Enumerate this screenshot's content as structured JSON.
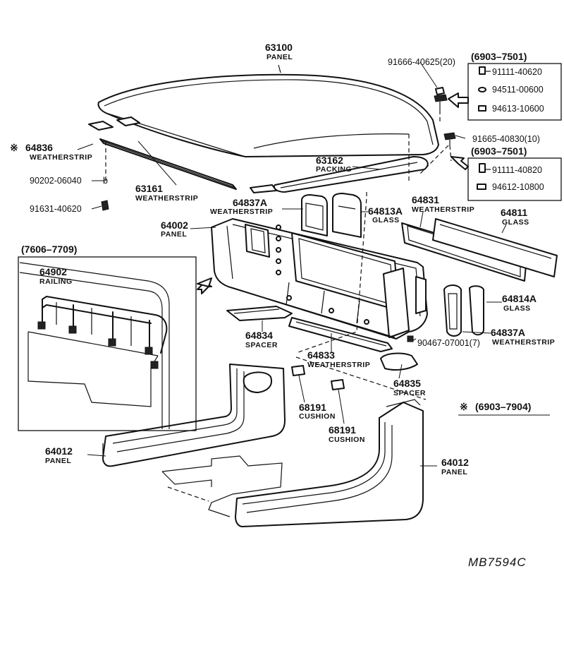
{
  "labels": {
    "p63100": {
      "num": "63100",
      "cap": "PANEL"
    },
    "p91666": {
      "num": "91666-40625(20)"
    },
    "g6903a": {
      "title": "(6903–7501)",
      "a": "91111-40620",
      "b": "94511-00600",
      "c": "94613-10600"
    },
    "p91665": {
      "num": "91665-40830(10)"
    },
    "g6903b": {
      "title": "(6903–7501)",
      "a": "91111-40820",
      "b": "94612-10800"
    },
    "p64836": {
      "mark": "※",
      "num": "64836",
      "cap": "WEATHERSTRIP"
    },
    "p63162": {
      "num": "63162",
      "cap": "PACKING"
    },
    "p90202": {
      "num": "90202-06040",
      "suffix": "b"
    },
    "p63161": {
      "num": "63161",
      "cap": "WEATHERSTRIP"
    },
    "p64837a1": {
      "num": "64837A",
      "cap": "WEATHERSTRIP"
    },
    "p64813a": {
      "num": "64813A",
      "cap": "GLASS"
    },
    "p64831": {
      "num": "64831",
      "cap": "WEATHERSTRIP"
    },
    "p64811": {
      "num": "64811",
      "cap": "GLASS"
    },
    "p91631": {
      "num": "91631-40620"
    },
    "p64002": {
      "num": "64002",
      "cap": "PANEL"
    },
    "inset": {
      "title": "(7606–7709)"
    },
    "p64902": {
      "num": "64902",
      "cap": "RAILING"
    },
    "p64814a": {
      "num": "64814A",
      "cap": "GLASS"
    },
    "p64834": {
      "num": "64834",
      "cap": "SPACER"
    },
    "p64837a2": {
      "num": "64837A",
      "cap": "WEATHERSTRIP"
    },
    "p90467": {
      "num": "90467-07001(7)"
    },
    "p64833": {
      "num": "64833",
      "cap": "WEATHERSTRIP"
    },
    "p64835": {
      "num": "64835",
      "cap": "SPACER"
    },
    "p68191a": {
      "num": "68191",
      "cap": "CUSHION"
    },
    "p68191b": {
      "num": "68191",
      "cap": "CUSHION"
    },
    "note": {
      "mark": "※",
      "text": "(6903–7904)"
    },
    "p64012a": {
      "num": "64012",
      "cap": "PANEL"
    },
    "p64012b": {
      "num": "64012",
      "cap": "PANEL"
    },
    "drawing_code": "MB7594C"
  }
}
